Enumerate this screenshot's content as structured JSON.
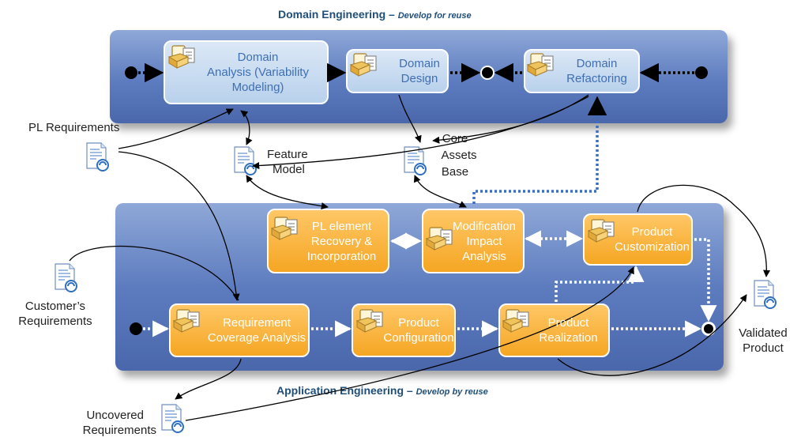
{
  "header_top": {
    "title": "Domain Engineering",
    "dash": "–",
    "subtitle": "Develop for reuse"
  },
  "header_bottom": {
    "title": "Application Engineering",
    "dash": "–",
    "subtitle": "Develop by reuse"
  },
  "domain_activities": {
    "analysis": [
      "Domain",
      "Analysis (Variability",
      "Modeling)"
    ],
    "design": [
      "Domain",
      "Design"
    ],
    "refactoring": [
      "Domain",
      "Refactoring"
    ]
  },
  "application_activities": {
    "pl_recovery": [
      "PL element",
      "Recovery &",
      "Incorporation"
    ],
    "impact": [
      "Modification",
      "Impact",
      "Analysis"
    ],
    "customization": [
      "Product",
      "Customization"
    ],
    "requirement": [
      "Requirement",
      "Coverage Analysis"
    ],
    "configuration": [
      "Product",
      "Configuration"
    ],
    "realization": [
      "Product",
      "Realization"
    ]
  },
  "artifacts": {
    "pl_requirements": "PL Requirements",
    "feature_model": [
      "Feature",
      "Model"
    ],
    "core_assets": [
      "Core",
      "Assets",
      "Base"
    ],
    "customer_requirements": [
      "Customer’s",
      "Requirements"
    ],
    "validated_product": [
      "Validated",
      "Product"
    ],
    "uncovered_requirements": [
      "Uncovered",
      "Requirements"
    ]
  },
  "colors": {
    "band": "#5d7cbf",
    "domain_box": "#b9d1ec",
    "app_box": "#f5a623",
    "header": "#1f4e79"
  }
}
